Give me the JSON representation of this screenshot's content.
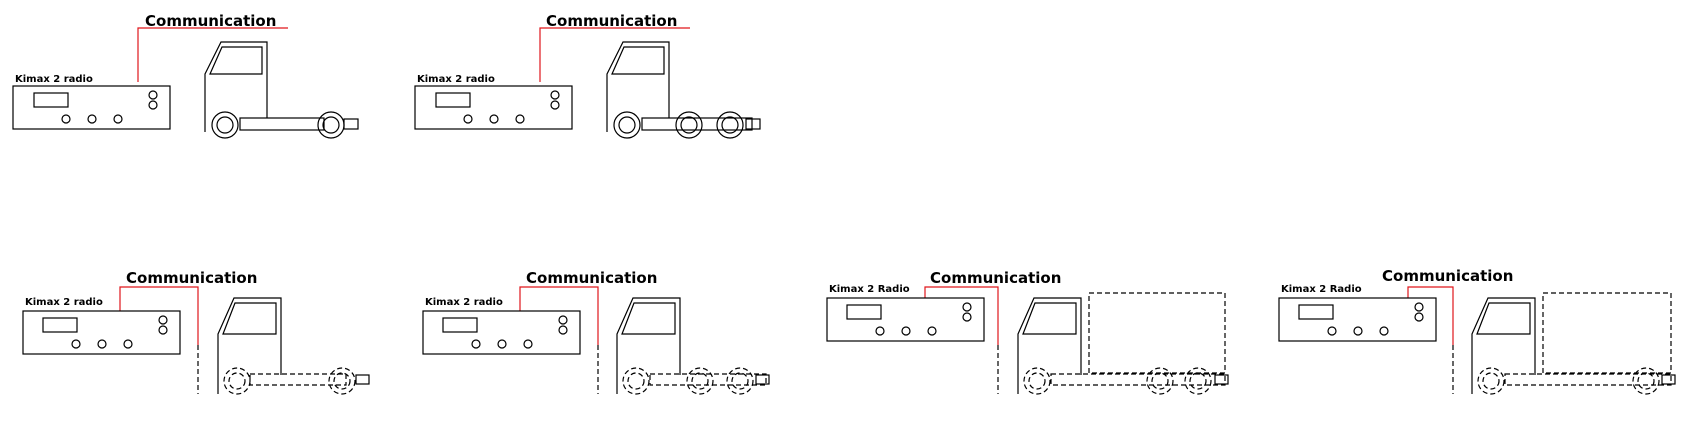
{
  "colors": {
    "line": "#000000",
    "communication_line": "#e0161b",
    "background": "#ffffff"
  },
  "diagrams": [
    {
      "communication_label": "Communication",
      "radio_label": "Kimax 2 radio"
    },
    {
      "communication_label": "Communication",
      "radio_label": "Kimax 2 radio"
    },
    {
      "communication_label": "Communication",
      "radio_label": "Kimax 2 radio"
    },
    {
      "communication_label": "Communication",
      "radio_label": "Kimax 2 radio"
    },
    {
      "communication_label": "Communication",
      "radio_label": "Kimax 2 Radio"
    },
    {
      "communication_label": "Communication",
      "radio_label": "Kimax 2 Radio"
    }
  ]
}
